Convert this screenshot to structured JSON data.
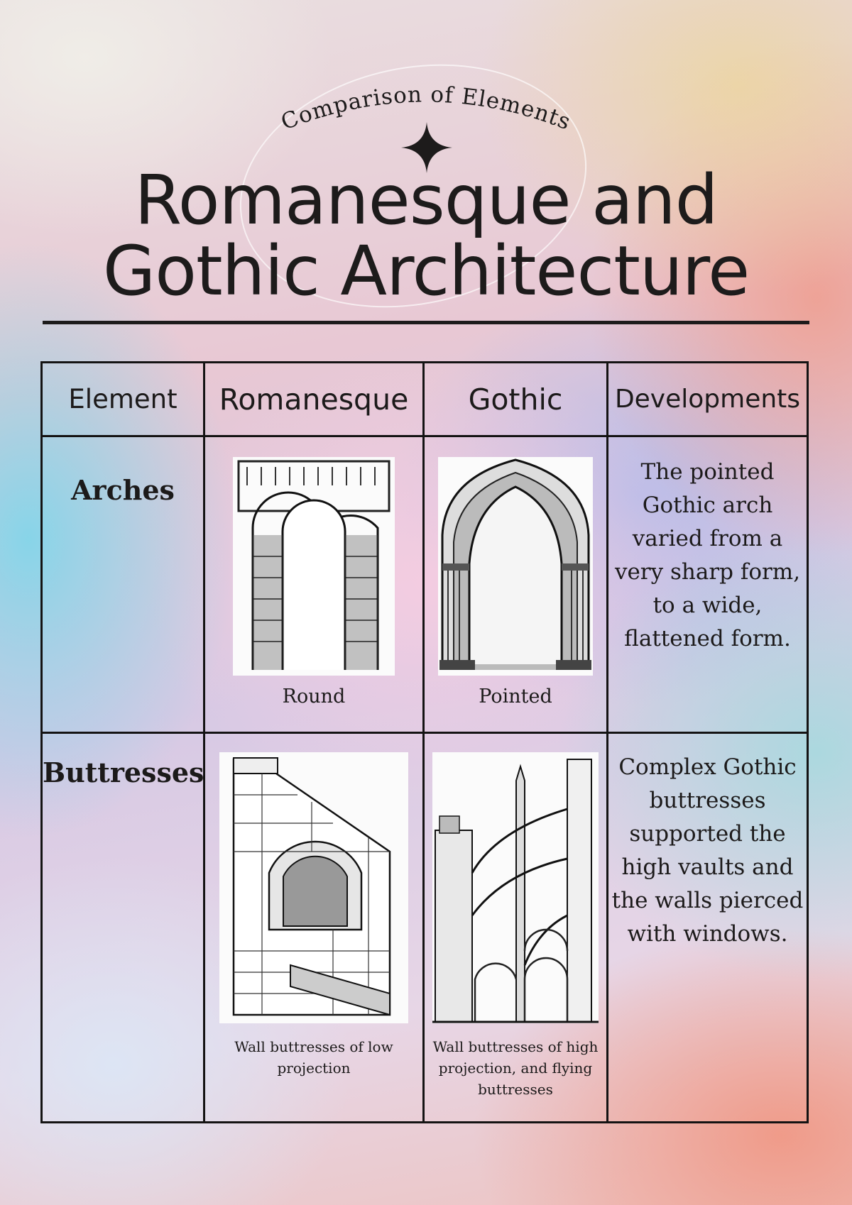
{
  "header": {
    "subtitle": "Comparison of Elements",
    "title_line1": "Romanesque and",
    "title_line2": "Gothic Architecture"
  },
  "table": {
    "headers": [
      "Element",
      "Romanesque",
      "Gothic",
      "Developments"
    ],
    "rows": [
      {
        "element": "Arches",
        "romanesque_caption": "Round",
        "gothic_caption": "Pointed",
        "development": "The pointed Gothic arch varied from a very sharp form, to a wide, flattened form."
      },
      {
        "element": "Buttresses",
        "romanesque_caption": "Wall buttresses of low projection",
        "gothic_caption": "Wall buttresses of high projection, and flying buttresses",
        "development": "Complex Gothic buttresses supported the high vaults and the walls pierced with windows."
      }
    ]
  }
}
